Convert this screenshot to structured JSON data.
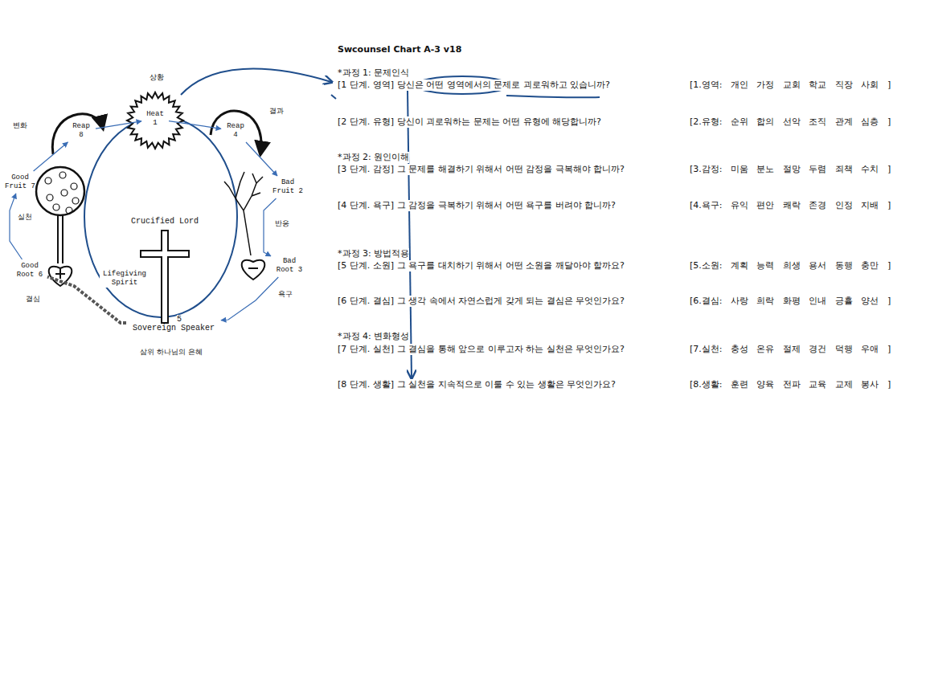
{
  "diagram": {
    "title": "Swcounsel Chart A-3 v18",
    "nodes": [
      {
        "text": [
          "Heat 1"
        ]
      },
      {
        "text": [
          "Reap 8"
        ]
      },
      {
        "text": [
          "Reap 4"
        ]
      },
      {
        "text": [
          "Good Fruit 7"
        ]
      },
      {
        "text": [
          "Bad Fruit 2"
        ]
      },
      {
        "text": [
          "Crucified Lord"
        ]
      },
      {
        "text": [
          "Bad Root 3"
        ]
      },
      {
        "text": [
          "Good Root 6"
        ]
      },
      {
        "text": [
          "Lifegiving Spirit"
        ]
      },
      {
        "text": [
          "5",
          "Sovereign Speaker"
        ]
      }
    ],
    "edges": [
      {
        "from": 0,
        "to": 2,
        "arrow": "to"
      },
      {
        "from": 2,
        "to": 4,
        "arrow": "to"
      },
      {
        "from": 4,
        "to": 6,
        "arrow": "to"
      },
      {
        "from": 6,
        "to": 9,
        "arrow": "to"
      },
      {
        "from": 7,
        "to": 3,
        "arrow": "to"
      },
      {
        "from": 3,
        "to": 1,
        "arrow": "to"
      },
      {
        "from": 1,
        "to": 0,
        "arrow": "to"
      },
      {
        "from": 9,
        "to": 7,
        "arrow": "none"
      }
    ],
    "labels": [
      "상황",
      "결과",
      "변화",
      "실천",
      "반응",
      "욕구",
      "결심",
      "삼위 하나님의 은혜",
      "*과정 1: 문제인식",
      "[1 단계. 영역] 당신은 어떤 영역에서의 문제로 괴로워하고 있습니까?",
      "[1.영역: 개인 가정 교회 학교 직장 사회 ]",
      "[2 단계. 유형] 당신이 괴로워하는 문제는 어떤 유형에 해당합니까?",
      "[2.유형: 순위 합의 선악 조직 관계 심층 ]",
      "*과정 2: 원인이해",
      "[3 단계. 감정] 그 문제를 해결하기 위해서 어떤 감정을 극복해야 합니까?",
      "[3.감정: 미움 분노 절망 두렴 죄책 수치 ]",
      "[4 단계. 욕구] 그 감정을 극복하기 위해서 어떤 욕구를 버려야 합니까?",
      "[4.욕구: 유익 편안 쾌락 존경 인정 지배 ]",
      "*과정 3: 방법적용",
      "[5 단계. 소원] 그 욕구를 대치하기 위해서 어떤 소원을 깨달아야 할까요?",
      "[5.소원: 계획 능력 희생 용서 동행 충만 ]",
      "[6 단계. 결심] 그 생각 속에서 자연스럽게 갖게 되는 결심은 무엇인가요?",
      "[6.결심: 사랑 희락 화평 인내 긍휼 양선 ]",
      "*과정 4: 변화형성",
      "[7 단계. 실천] 그 결심을 통해 앞으로 이루고자 하는 실천은 무엇인가요?",
      "[7.실천: 충성 온유 절제 경건 덕행 우애 ]",
      "[8 단계. 생활] 그 실천을 지속적으로 이룰 수 있는 생활은 무엇인가요?",
      "[8.생활: 훈련 양육 전파 교육 교제 봉사 ]"
    ]
  }
}
